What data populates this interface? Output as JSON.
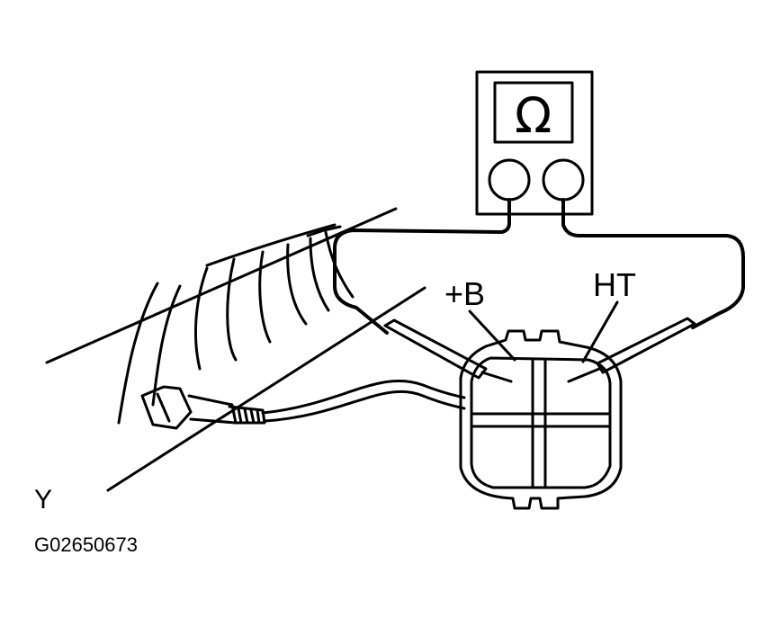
{
  "diagram": {
    "meter_symbol": "Ω",
    "terminal_labels": {
      "plus_b": "+B",
      "ht": "HT"
    },
    "view_label": "Y",
    "figure_code": "G02650673"
  }
}
